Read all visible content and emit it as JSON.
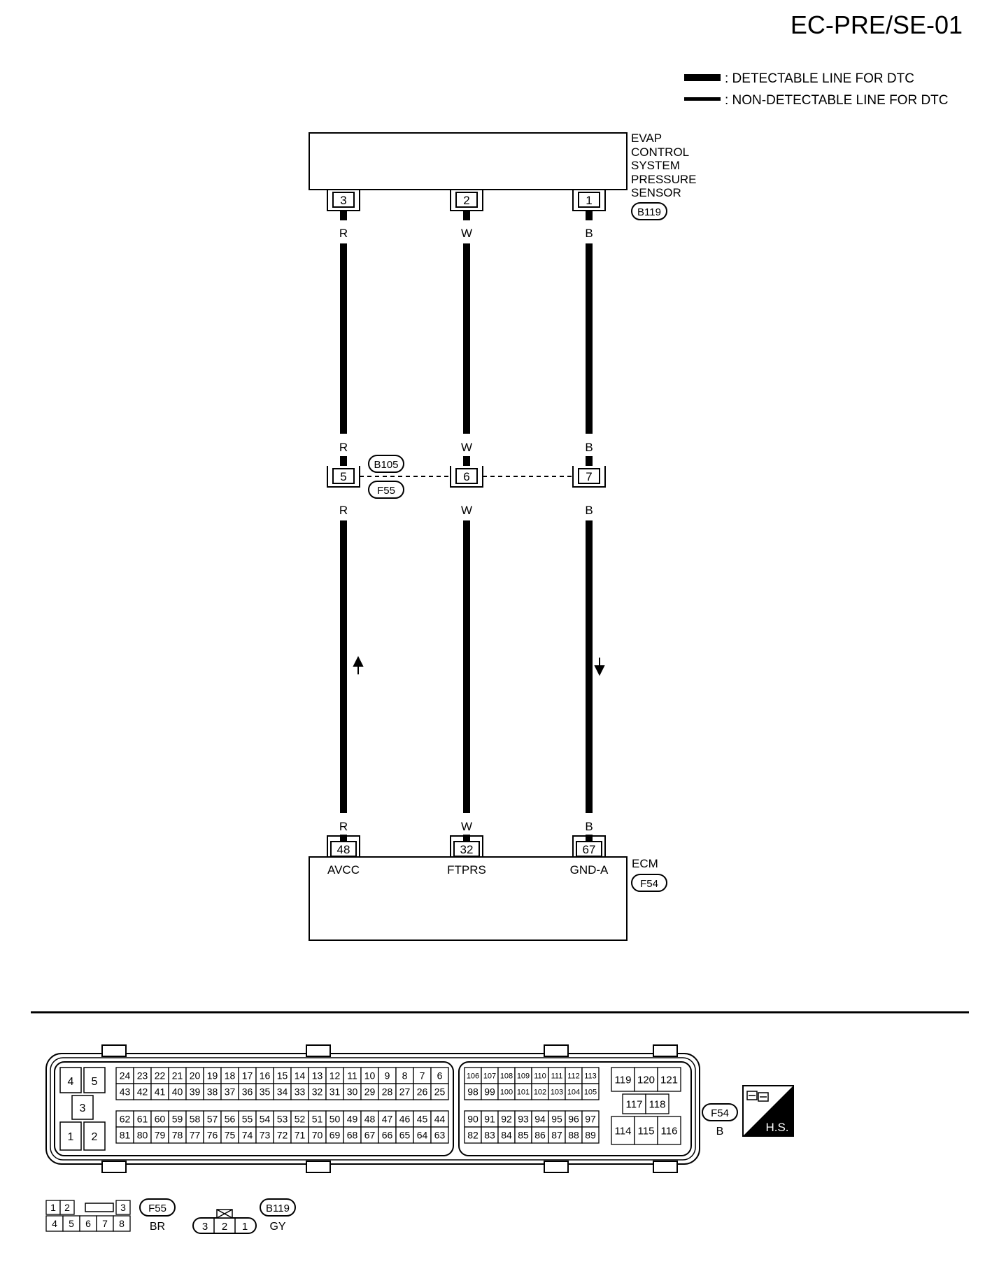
{
  "page_id": "EC-PRE/SE-01",
  "legend": {
    "detectable": ": DETECTABLE LINE FOR DTC",
    "non_detectable": ": NON-DETECTABLE LINE FOR DTC"
  },
  "sensor": {
    "name_lines": [
      "EVAP",
      "CONTROL",
      "SYSTEM",
      "PRESSURE",
      "SENSOR"
    ],
    "connector": "B119",
    "pins": [
      "3",
      "2",
      "1"
    ]
  },
  "wires": [
    {
      "color": "R",
      "sensor_pin": "3",
      "junction_pin": "5",
      "ecm_pin": "48",
      "ecm_label": "AVCC",
      "arrow": "up"
    },
    {
      "color": "W",
      "sensor_pin": "2",
      "junction_pin": "6",
      "ecm_pin": "32",
      "ecm_label": "FTPRS",
      "arrow": ""
    },
    {
      "color": "B",
      "sensor_pin": "1",
      "junction_pin": "7",
      "ecm_pin": "67",
      "ecm_label": "GND-A",
      "arrow": "down"
    }
  ],
  "junction": {
    "top_connector": "B105",
    "bottom_connector": "F55"
  },
  "ecm": {
    "name": "ECM",
    "connector": "F54"
  },
  "ecm_connector_face": {
    "id": "F54",
    "color": "B",
    "left_block": {
      "top": [
        "4",
        "5"
      ],
      "middle": [
        "3"
      ],
      "bottom": [
        "1",
        "2"
      ]
    },
    "row1": [
      "24",
      "23",
      "22",
      "21",
      "20",
      "19",
      "18",
      "17",
      "16",
      "15",
      "14",
      "13",
      "12",
      "11",
      "10",
      "9",
      "8",
      "7",
      "6"
    ],
    "row2": [
      "43",
      "42",
      "41",
      "40",
      "39",
      "38",
      "37",
      "36",
      "35",
      "34",
      "33",
      "32",
      "31",
      "30",
      "29",
      "28",
      "27",
      "26",
      "25"
    ],
    "row3": [
      "62",
      "61",
      "60",
      "59",
      "58",
      "57",
      "56",
      "55",
      "54",
      "53",
      "52",
      "51",
      "50",
      "49",
      "48",
      "47",
      "46",
      "45",
      "44"
    ],
    "row4": [
      "81",
      "80",
      "79",
      "78",
      "77",
      "76",
      "75",
      "74",
      "73",
      "72",
      "71",
      "70",
      "69",
      "68",
      "67",
      "66",
      "65",
      "64",
      "63"
    ],
    "mid_row1": [
      "106",
      "107",
      "108",
      "109",
      "110",
      "111",
      "112",
      "113"
    ],
    "mid_row2": [
      "98",
      "99",
      "100",
      "101",
      "102",
      "103",
      "104",
      "105"
    ],
    "mid_row3": [
      "90",
      "91",
      "92",
      "93",
      "94",
      "95",
      "96",
      "97"
    ],
    "mid_row4": [
      "82",
      "83",
      "84",
      "85",
      "86",
      "87",
      "88",
      "89"
    ],
    "right_top": [
      "119",
      "120",
      "121"
    ],
    "right_mid": [
      "117",
      "118"
    ],
    "right_bottom": [
      "114",
      "115",
      "116"
    ],
    "badge": "H.S."
  },
  "f55_face": {
    "id": "F55",
    "color": "BR",
    "top": [
      "1",
      "2",
      "3"
    ],
    "bottom": [
      "4",
      "5",
      "6",
      "7",
      "8"
    ]
  },
  "b119_face": {
    "id": "B119",
    "color": "GY",
    "pins": [
      "3",
      "2",
      "1"
    ]
  }
}
